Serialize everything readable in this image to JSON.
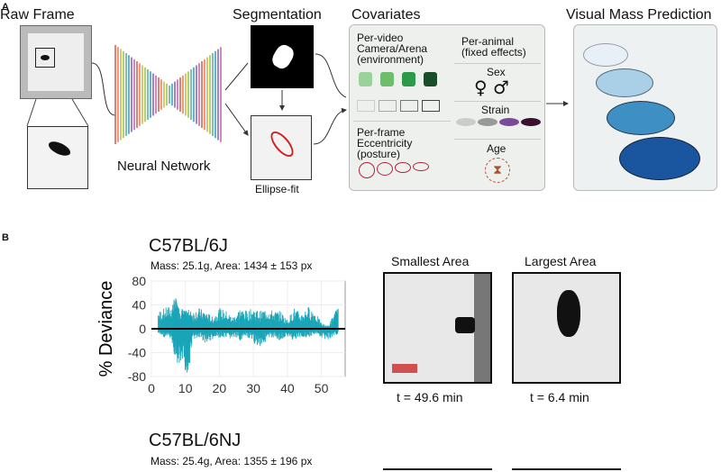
{
  "panel_a": {
    "label": "A",
    "raw_frame": "Raw Frame",
    "neural_network": "Neural Network",
    "segmentation": "Segmentation",
    "ellipse_fit": "Ellipse-fit",
    "covariates": {
      "title": "Covariates",
      "per_video": [
        "Per-video",
        "Camera/Arena",
        "(environment)"
      ],
      "per_animal": [
        "Per-animal",
        "(fixed effects)"
      ],
      "sex": "Sex",
      "sex_symbols": "♀ ♂",
      "strain": "Strain",
      "per_frame": [
        "Per-frame",
        "Eccentricity",
        "(posture)"
      ],
      "age": "Age"
    },
    "visual_mass_prediction": "Visual Mass Prediction",
    "mouse_colors": [
      "#e6f0f6",
      "#a9d0e6",
      "#3d8fc4",
      "#1a56a0"
    ]
  },
  "panel_b": {
    "label": "B",
    "strain1": {
      "name": "C57BL/6J",
      "stats": "Mass: 25.1g, Area: 1434 ± 153 px",
      "smallest_title": "Smallest Area",
      "largest_title": "Largest Area",
      "smallest_time": "t = 49.6 min",
      "largest_time": "t = 6.4 min"
    },
    "strain2": {
      "name": "C57BL/6NJ",
      "stats": "Mass: 25.4g, Area: 1355 ± 196 px"
    }
  },
  "chart_data": {
    "type": "line",
    "ylabel": "% Deviance",
    "xlabel": "",
    "ylim": [
      -80,
      80
    ],
    "xlim": [
      0,
      57
    ],
    "yticks": [
      80,
      40,
      0,
      -40,
      -80
    ],
    "xticks": [
      0,
      10,
      20,
      30,
      40,
      50
    ],
    "x": [
      2,
      4,
      6,
      7,
      8,
      9,
      10,
      11,
      12,
      14,
      16,
      18,
      20,
      22,
      24,
      26,
      28,
      30,
      32,
      34,
      36,
      38,
      40,
      42,
      44,
      46,
      48,
      50,
      52,
      54,
      55
    ],
    "upper": [
      30,
      35,
      40,
      55,
      38,
      35,
      30,
      32,
      30,
      35,
      30,
      20,
      35,
      30,
      20,
      35,
      30,
      35,
      30,
      35,
      30,
      30,
      15,
      35,
      25,
      38,
      30,
      10,
      5,
      30,
      35
    ],
    "lower": [
      -10,
      -15,
      -20,
      -55,
      -65,
      -60,
      -75,
      -75,
      -20,
      -15,
      -25,
      -20,
      -15,
      -20,
      -15,
      -20,
      -15,
      -25,
      -30,
      -20,
      -15,
      -20,
      -15,
      -20,
      -15,
      -15,
      -10,
      -15,
      -20,
      -10,
      -10
    ],
    "series_color": "#1aa5b8"
  }
}
